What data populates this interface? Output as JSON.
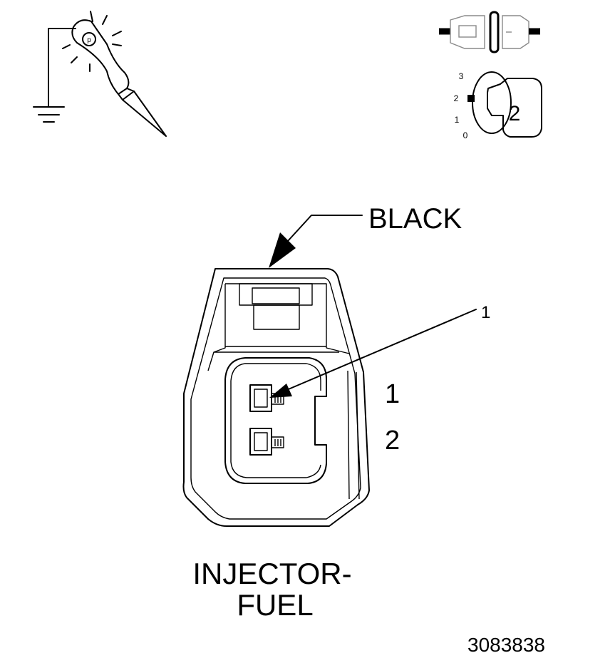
{
  "colors": {
    "line": "#000000",
    "background": "#ffffff",
    "ghost": "#8a8a8a"
  },
  "icons": {
    "probe": "test-probe-to-ground-icon",
    "disconnect": "disconnected-connector-icon",
    "ignition": "ignition-key-position-icon"
  },
  "ignition": {
    "positions": [
      "3",
      "2",
      "1",
      "0"
    ],
    "key_label": "2"
  },
  "connector": {
    "color_label": "BLACK",
    "callout": "1",
    "pins": [
      "1",
      "2"
    ],
    "name_line1": "INJECTOR-",
    "name_line2": "FUEL"
  },
  "figure_id": "3083838"
}
